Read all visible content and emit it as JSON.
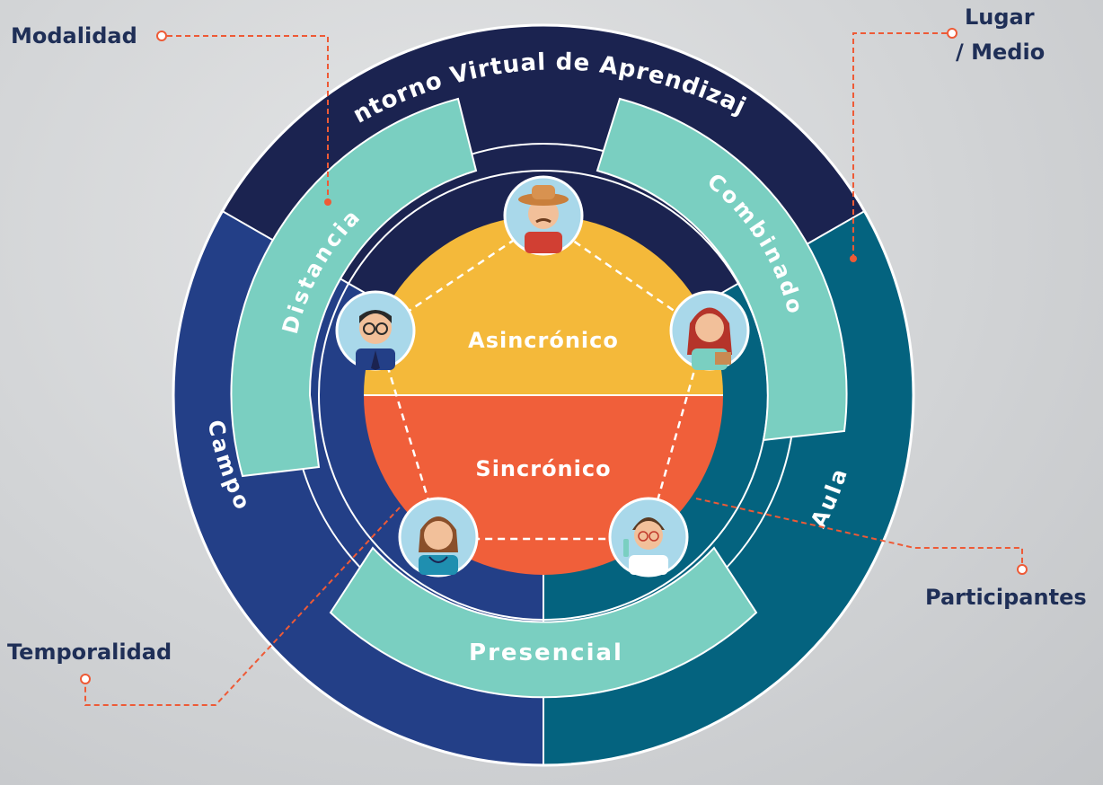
{
  "outer_ring": {
    "top": "Entorno Virtual de Aprendizaje",
    "left": "Campo",
    "right": "Aula"
  },
  "middle_ring": {
    "left": "Distancia",
    "right": "Combinado",
    "bottom": "Presencial"
  },
  "center": {
    "top": "Asincrónico",
    "bottom": "Sincrónico"
  },
  "callouts": {
    "modalidad": "Modalidad",
    "lugar_line1": "Lugar",
    "lugar_line2": "/ Medio",
    "participantes": "Participantes",
    "temporalidad": "Temporalidad"
  },
  "participants": [
    {
      "icon": "farmer-avatar-icon"
    },
    {
      "icon": "businessman-avatar-icon"
    },
    {
      "icon": "nurse-avatar-icon"
    },
    {
      "icon": "doctor-avatar-icon"
    },
    {
      "icon": "scientist-avatar-icon"
    }
  ],
  "colors": {
    "navy": "#1b2350",
    "blue": "#233f87",
    "teal_dark": "#04637f",
    "mint": "#7acfc1",
    "yellow": "#f4b93a",
    "orange": "#f05f3a",
    "accent": "#ee5a36",
    "label": "#1f2f57"
  }
}
